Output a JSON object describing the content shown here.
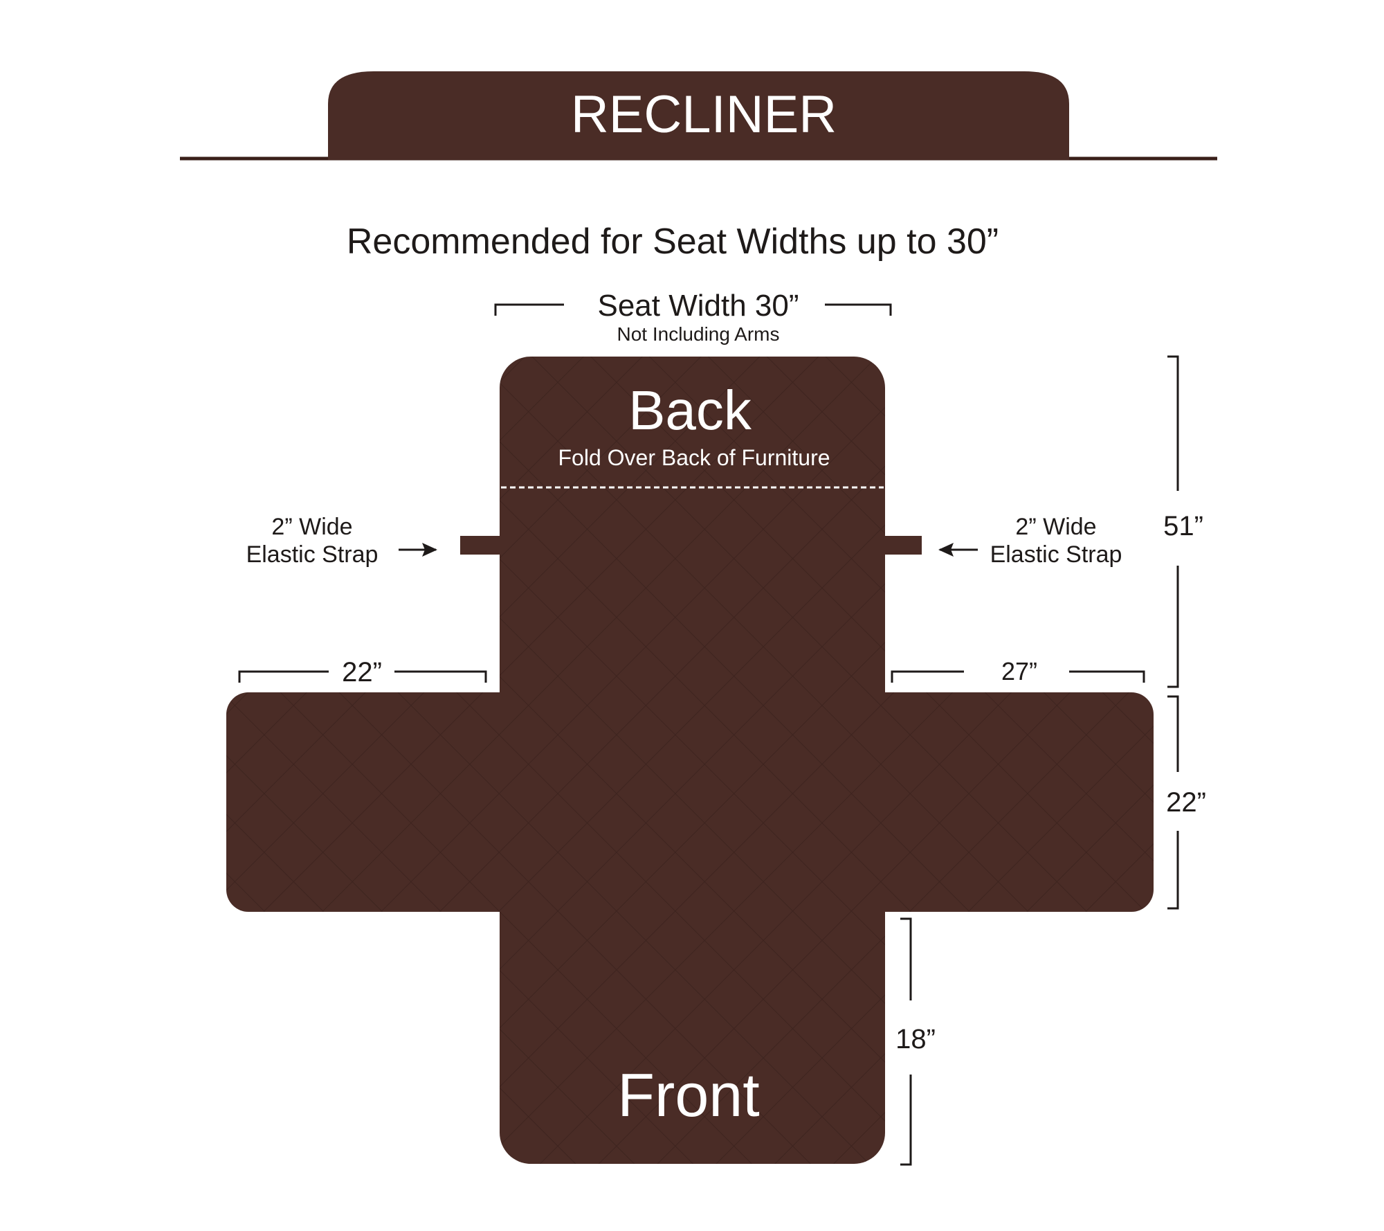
{
  "header": {
    "title": "RECLINER"
  },
  "subtitle": "Recommended for Seat Widths up to 30”",
  "seat_width": {
    "label": "Seat Width 30”",
    "note": "Not Including Arms"
  },
  "panel": {
    "back_label": "Back",
    "back_note": "Fold Over Back of Furniture",
    "front_label": "Front"
  },
  "straps": {
    "left": {
      "line1": "2” Wide",
      "line2": "Elastic Strap"
    },
    "right": {
      "line1": "2” Wide",
      "line2": "Elastic Strap"
    }
  },
  "dimensions": {
    "left_arm": "22”",
    "right_arm": "27”",
    "back_height": "51”",
    "arm_depth": "22”",
    "front_length": "18”"
  },
  "colors": {
    "fabric": "#4a2c26",
    "text": "#1e1a19"
  }
}
